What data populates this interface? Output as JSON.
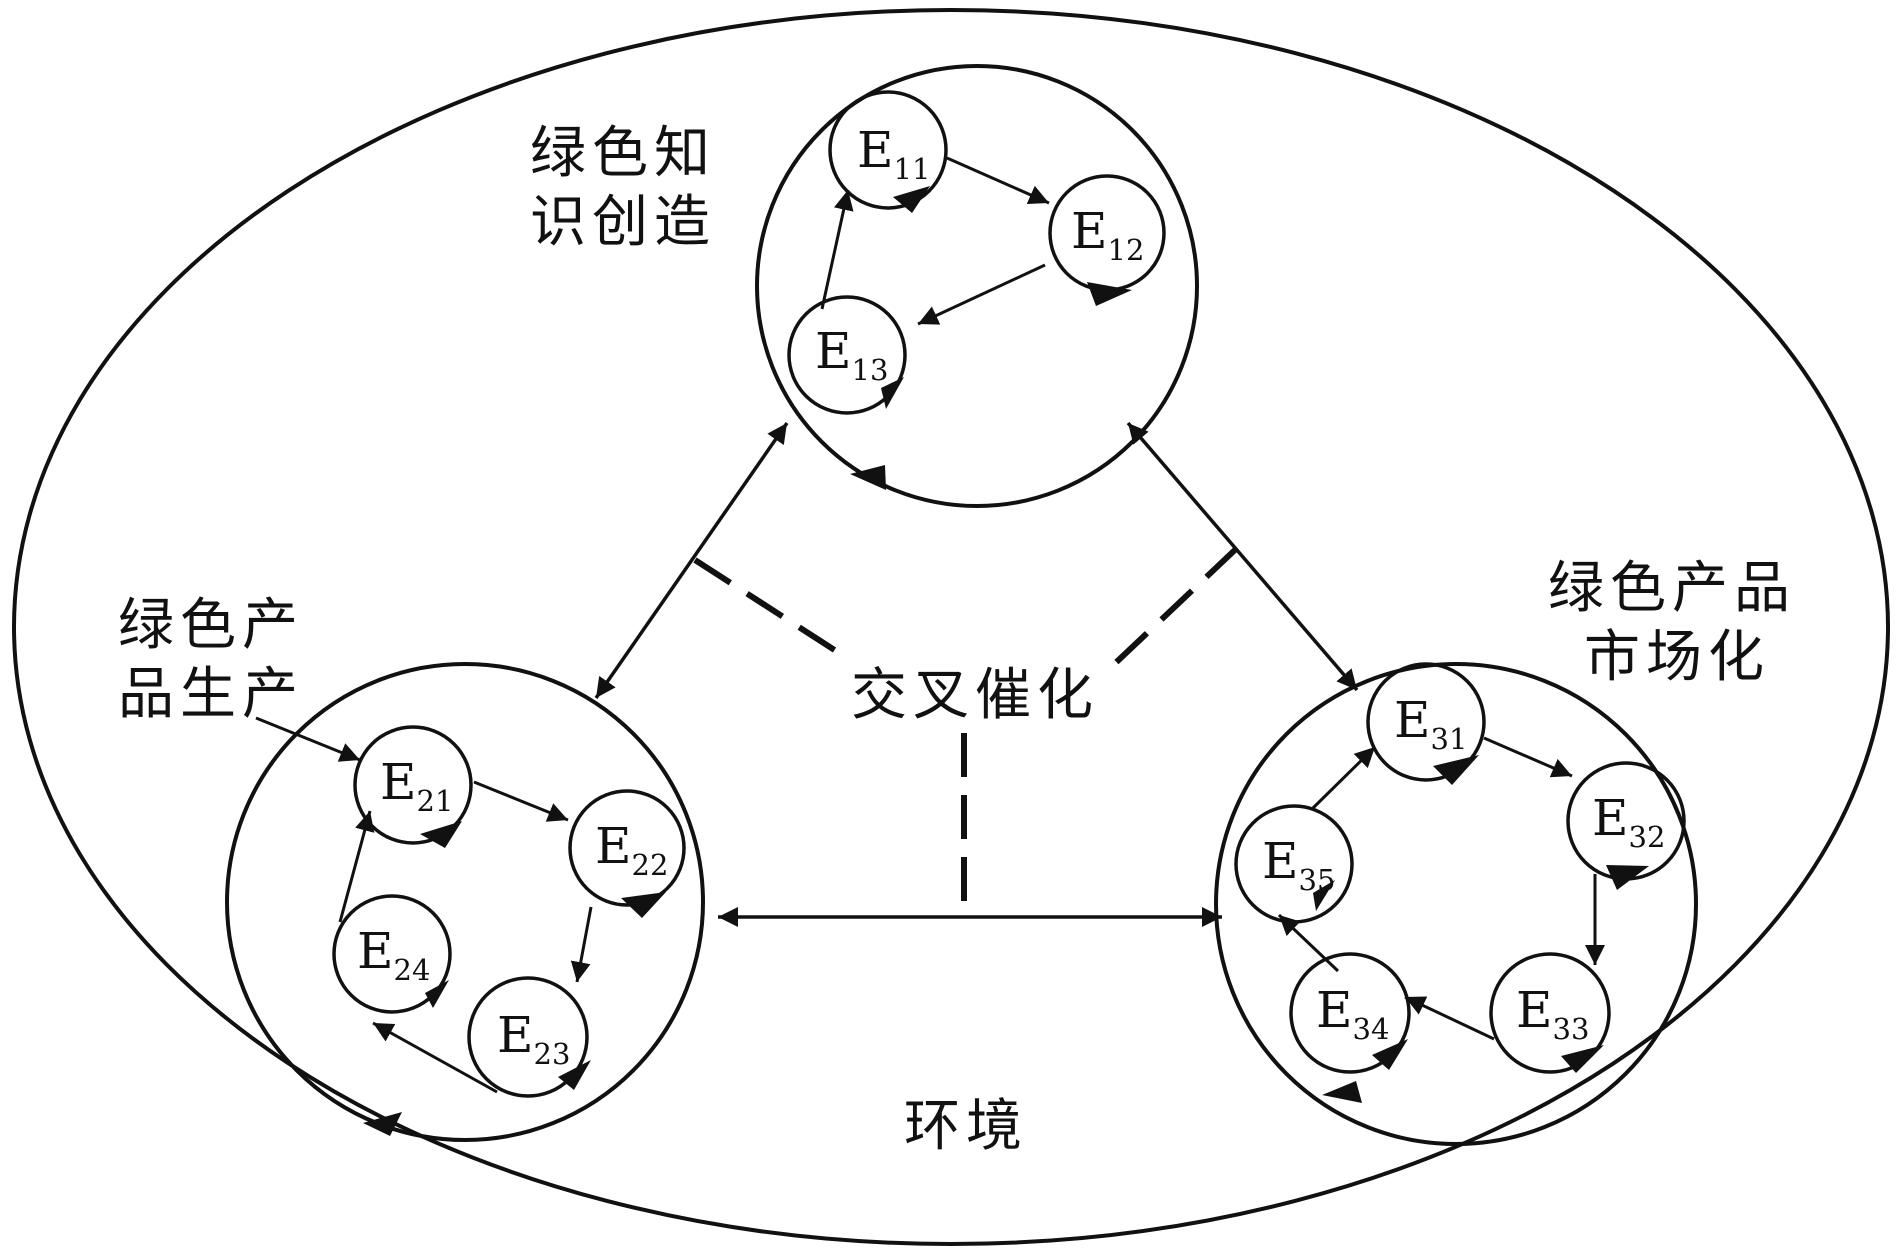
{
  "environment_label": "环境",
  "cross_catalysis_label": "交叉催化",
  "subsystems": [
    {
      "id": "knowledge",
      "label_lines": [
        "绿色知",
        "识创造"
      ],
      "nodes": [
        {
          "letter": "E",
          "sub": "11"
        },
        {
          "letter": "E",
          "sub": "12"
        },
        {
          "letter": "E",
          "sub": "13"
        }
      ]
    },
    {
      "id": "production",
      "label_lines": [
        "绿色产",
        "品生产"
      ],
      "nodes": [
        {
          "letter": "E",
          "sub": "21"
        },
        {
          "letter": "E",
          "sub": "22"
        },
        {
          "letter": "E",
          "sub": "23"
        },
        {
          "letter": "E",
          "sub": "24"
        }
      ]
    },
    {
      "id": "market",
      "label_lines": [
        "绿色产品",
        "市场化"
      ],
      "nodes": [
        {
          "letter": "E",
          "sub": "31"
        },
        {
          "letter": "E",
          "sub": "32"
        },
        {
          "letter": "E",
          "sub": "33"
        },
        {
          "letter": "E",
          "sub": "34"
        },
        {
          "letter": "E",
          "sub": "35"
        }
      ]
    }
  ]
}
